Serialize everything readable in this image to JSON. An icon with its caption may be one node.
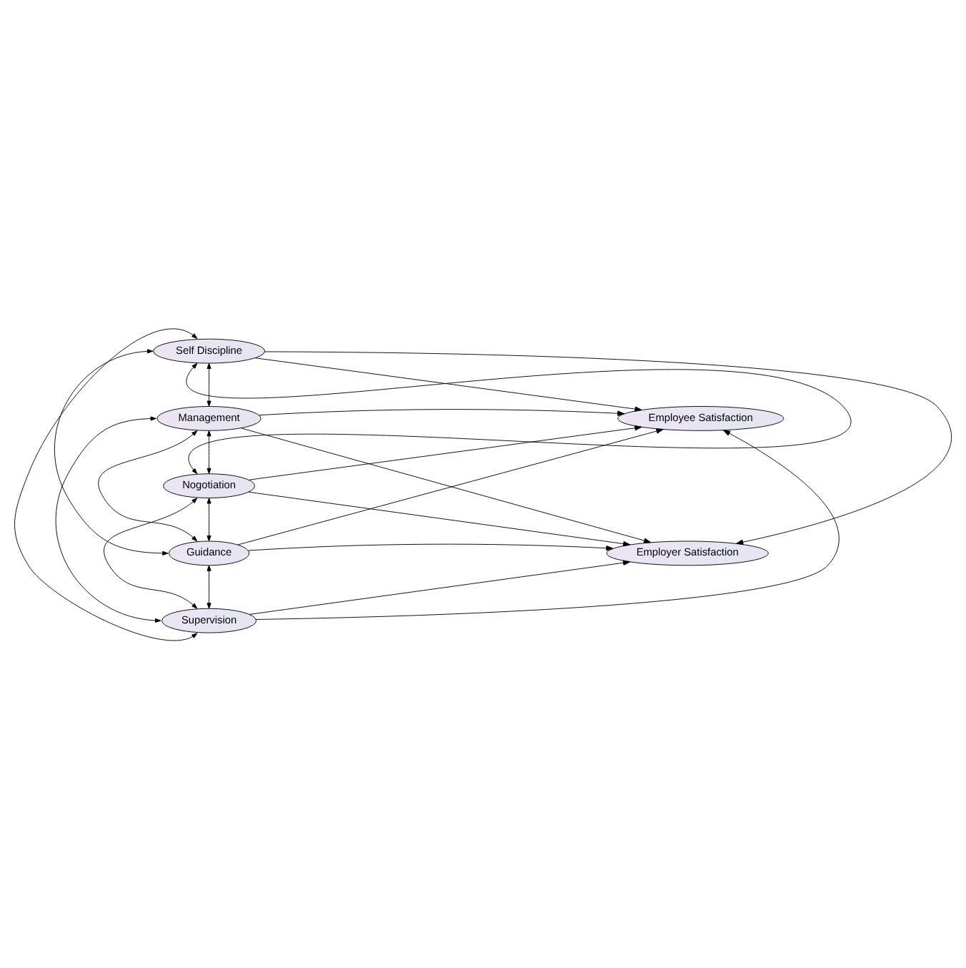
{
  "diagram": {
    "nodes": [
      {
        "text": [
          "Self Discipline"
        ]
      },
      {
        "text": [
          "Management"
        ]
      },
      {
        "text": [
          "Nogotiation"
        ]
      },
      {
        "text": [
          "Guidance"
        ]
      },
      {
        "text": [
          "Supervision"
        ]
      },
      {
        "text": [
          "Employee Satisfaction"
        ]
      },
      {
        "text": [
          "Employer Satisfaction"
        ]
      }
    ],
    "edges": [
      {
        "from": 0,
        "to": 5,
        "arrow": "to"
      },
      {
        "from": 0,
        "to": 6,
        "arrow": "to"
      },
      {
        "from": 1,
        "to": 5,
        "arrow": "to"
      },
      {
        "from": 1,
        "to": 6,
        "arrow": "to"
      },
      {
        "from": 2,
        "to": 5,
        "arrow": "to"
      },
      {
        "from": 2,
        "to": 6,
        "arrow": "to"
      },
      {
        "from": 3,
        "to": 5,
        "arrow": "to"
      },
      {
        "from": 3,
        "to": 6,
        "arrow": "to"
      },
      {
        "from": 4,
        "to": 5,
        "arrow": "to"
      },
      {
        "from": 4,
        "to": 6,
        "arrow": "to"
      },
      {
        "from": 0,
        "to": 1,
        "arrow": "both"
      },
      {
        "from": 0,
        "to": 2,
        "arrow": "both"
      },
      {
        "from": 0,
        "to": 3,
        "arrow": "both"
      },
      {
        "from": 0,
        "to": 4,
        "arrow": "both"
      },
      {
        "from": 1,
        "to": 2,
        "arrow": "both"
      },
      {
        "from": 1,
        "to": 3,
        "arrow": "both"
      },
      {
        "from": 1,
        "to": 4,
        "arrow": "both"
      },
      {
        "from": 2,
        "to": 3,
        "arrow": "both"
      },
      {
        "from": 2,
        "to": 4,
        "arrow": "both"
      },
      {
        "from": 3,
        "to": 4,
        "arrow": "both"
      }
    ]
  }
}
